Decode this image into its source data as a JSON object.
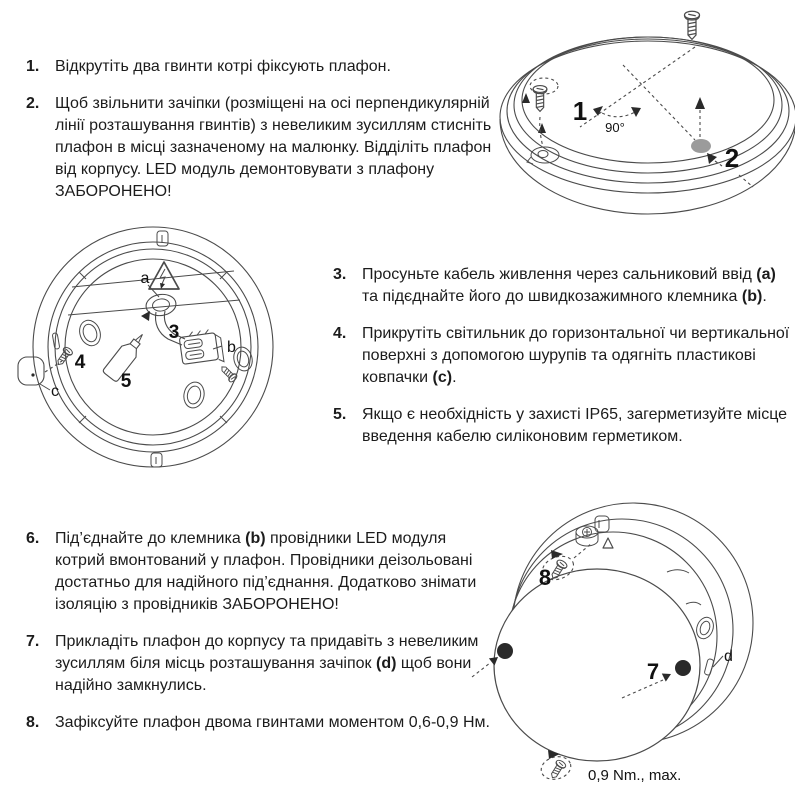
{
  "page": {
    "background": "#ffffff",
    "text_color": "#1c1c1c",
    "line_color": "#4b4b4b",
    "press_point_gray": "#9b9b9b"
  },
  "steps": [
    {
      "num": "1.",
      "segments": [
        {
          "t": "Відкрутіть два гвинти котрі фіксують плафон.",
          "b": false
        }
      ]
    },
    {
      "num": "2.",
      "segments": [
        {
          "t": "Щоб звільнити зачіпки (розміщені на осі перпендикулярній лінії розташування гвинтів) з невеликим зусиллям стисніть плафон в місці зазначеному на малюнку. Відділіть плафон від корпусу. LED модуль демонтовувати з плафону ЗАБОРОНЕНО!",
          "b": false
        }
      ]
    },
    {
      "num": "3.",
      "segments": [
        {
          "t": "Просуньте кабель живлення через сальниковий ввід ",
          "b": false
        },
        {
          "t": "(a)",
          "b": true
        },
        {
          "t": " та підєднайте його до швидкозажимного клемника ",
          "b": false
        },
        {
          "t": "(b)",
          "b": true
        },
        {
          "t": ".",
          "b": false
        }
      ]
    },
    {
      "num": "4.",
      "segments": [
        {
          "t": "Прикрутіть світильник до горизонтальної чи вертикальної поверхні з допомогою шурупів та одягніть пластикові ковпачки ",
          "b": false
        },
        {
          "t": "(c)",
          "b": true
        },
        {
          "t": ".",
          "b": false
        }
      ]
    },
    {
      "num": "5.",
      "segments": [
        {
          "t": "Якщо є необхідність у захисті IP65, загерметизуйте місце введення кабелю силіконовим герметиком.",
          "b": false
        }
      ]
    },
    {
      "num": "6.",
      "segments": [
        {
          "t": "Під’єднайте до клемника ",
          "b": false
        },
        {
          "t": "(b)",
          "b": true
        },
        {
          "t": " провідники LED модуля котрий вмонтований у плафон. Провідники деізольовані достатньо для надійного під’єднання. Додатково знімати ізоляцію з провідників ЗАБОРОНЕНО!",
          "b": false
        }
      ]
    },
    {
      "num": "7.",
      "segments": [
        {
          "t": "Прикладіть плафон до корпусу та придавіть з невеликим зусиллям біля місць розташування зачіпок ",
          "b": false
        },
        {
          "t": "(d)",
          "b": true
        },
        {
          "t": " щоб вони надійно замкнулись.",
          "b": false
        }
      ]
    },
    {
      "num": "8.",
      "segments": [
        {
          "t": "Зафіксуйте плафон двома гвинтами моментом 0,6-0,9 Нм.",
          "b": false
        }
      ]
    }
  ],
  "fig_top": {
    "label_1": "1",
    "label_2": "2",
    "angle": "90°"
  },
  "fig_base": {
    "label_a": "a",
    "label_3": "3",
    "label_b": "b",
    "label_4": "4",
    "label_5": "5",
    "label_c": "c"
  },
  "fig_cover": {
    "label_7": "7",
    "label_8": "8",
    "label_d": "d",
    "torque_note": "0,9 Nm., max."
  }
}
